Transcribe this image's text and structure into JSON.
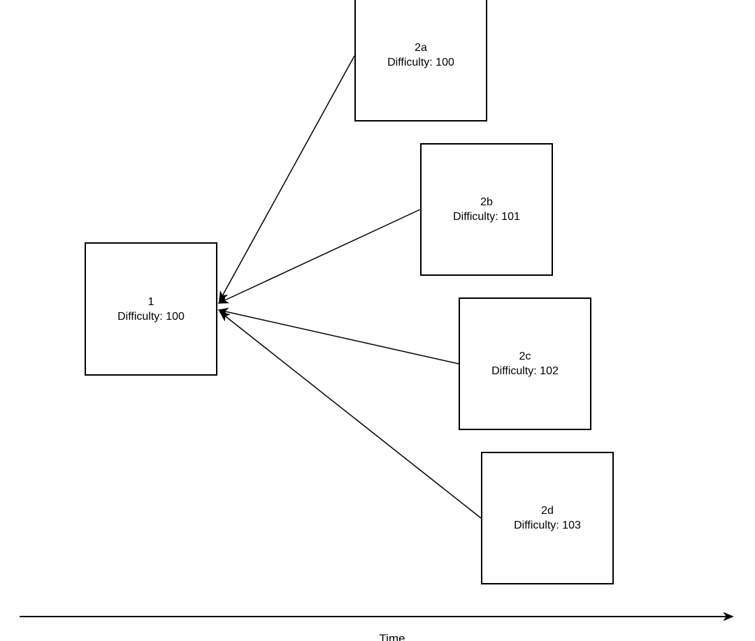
{
  "diagram": {
    "description": "Blockchain fork diagram: four candidate blocks pointing to a common parent block over a time axis",
    "colors": {
      "background": "#ffffff",
      "stroke": "#000000",
      "text": "#000000"
    },
    "nodes": [
      {
        "id": "1",
        "label": "1",
        "difficulty": "Difficulty: 100"
      },
      {
        "id": "2a",
        "label": "2a",
        "difficulty": "Difficulty: 100"
      },
      {
        "id": "2b",
        "label": "2b",
        "difficulty": "Difficulty: 101"
      },
      {
        "id": "2c",
        "label": "2c",
        "difficulty": "Difficulty: 102"
      },
      {
        "id": "2d",
        "label": "2d",
        "difficulty": "Difficulty: 103"
      }
    ],
    "edges": [
      {
        "from": "2a",
        "to": "1"
      },
      {
        "from": "2b",
        "to": "1"
      },
      {
        "from": "2c",
        "to": "1"
      },
      {
        "from": "2d",
        "to": "1"
      }
    ],
    "axis": {
      "label": "Time",
      "direction": "right"
    }
  }
}
